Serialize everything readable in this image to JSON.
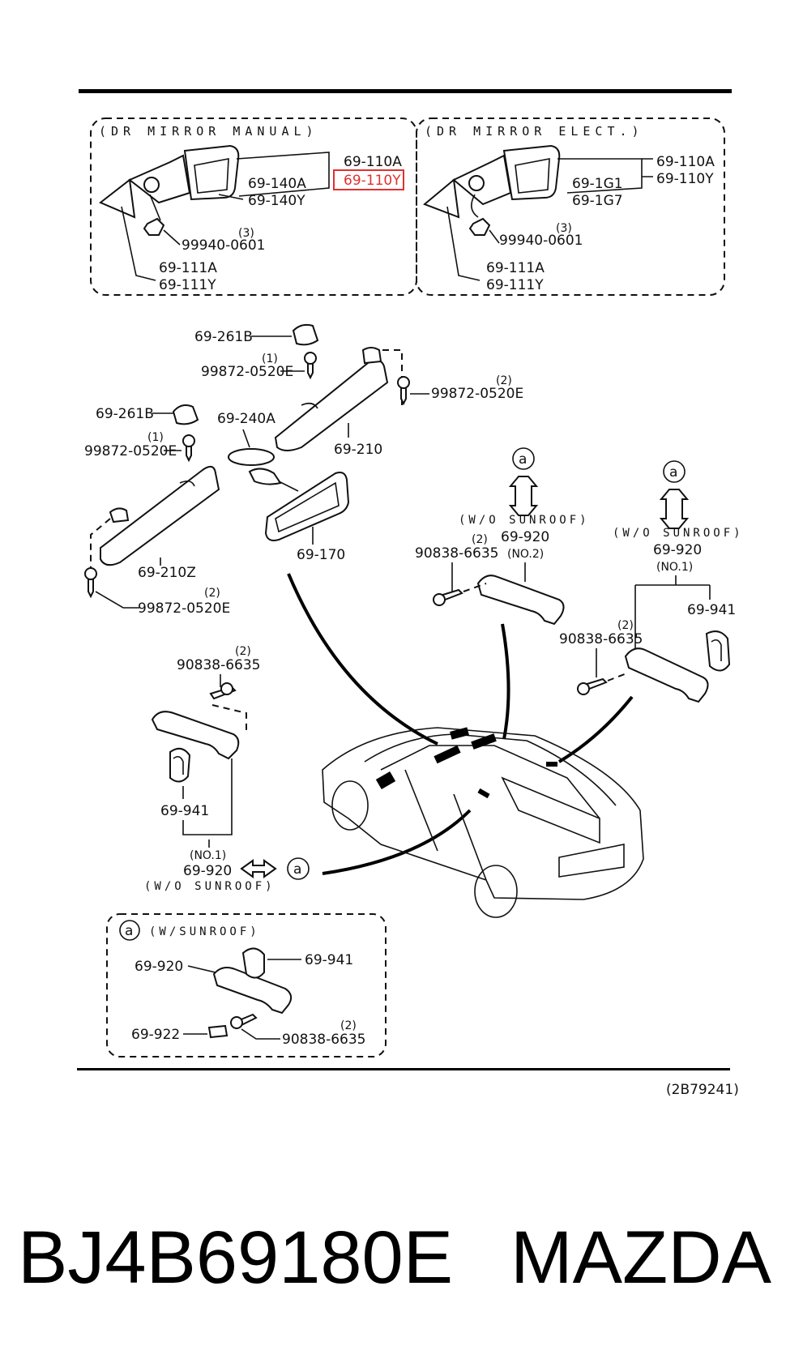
{
  "diagram_ref": "(2B79241)",
  "sections": {
    "manual_mirror": {
      "header": "(DR MIRROR MANUAL)",
      "labels": [
        "69-110A",
        "69-110Y",
        "69-140A",
        "69-140Y",
        "99940-0601",
        "(3)",
        "69-111A",
        "69-111Y"
      ],
      "highlighted": "69-110Y"
    },
    "elect_mirror": {
      "header": "(DR MIRROR ELECT.)",
      "labels": [
        "69-110A",
        "69-110Y",
        "69-1G1",
        "69-1G7",
        "99940-0601",
        "(3)",
        "69-111A",
        "69-111Y"
      ]
    },
    "interior": {
      "labels": {
        "l1": "69-261B",
        "l2": "(1)",
        "l3": "99872-0520E",
        "l4": "(2)",
        "l5": "99872-0520E",
        "l6": "69-261B",
        "l7": "69-240A",
        "l8": "(1)",
        "l9": "99872-0520E",
        "l10": "69-210",
        "l11": "69-210Z",
        "l12": "69-170",
        "l13": "(2)",
        "l14": "99872-0520E"
      }
    },
    "grips": {
      "labels": {
        "a1": "a",
        "a2": "a",
        "a3": "a",
        "a4": "a",
        "wo_sunroof_1": "(W/O SUNROOF)",
        "g1": "69-920",
        "g1_no": "(NO.2)",
        "g1_screw_qty": "(2)",
        "g1_screw": "90838-6635",
        "wo_sunroof_2": "(W/O SUNROOF)",
        "g2": "69-920",
        "g2_no": "(NO.1)",
        "g2_cover": "69-941",
        "g2_screw_qty": "(2)",
        "g2_screw": "90838-6635",
        "g3_screw_qty": "(2)",
        "g3_screw": "90838-6635",
        "g3_cover": "69-941",
        "g3_no": "(NO.1)",
        "g3": "69-920",
        "wo_sunroof_3": "(W/O SUNROOF)"
      }
    },
    "sunroof": {
      "header": "(W/SUNROOF)",
      "labels": {
        "s1": "69-920",
        "s2": "69-941",
        "s3": "69-922",
        "s4_qty": "(2)",
        "s4": "90838-6635"
      }
    }
  },
  "footer": {
    "part_number": "BJ4B69180E",
    "brand": "MAZDA"
  },
  "colors": {
    "highlight": "#e03030",
    "ink": "#111111"
  }
}
